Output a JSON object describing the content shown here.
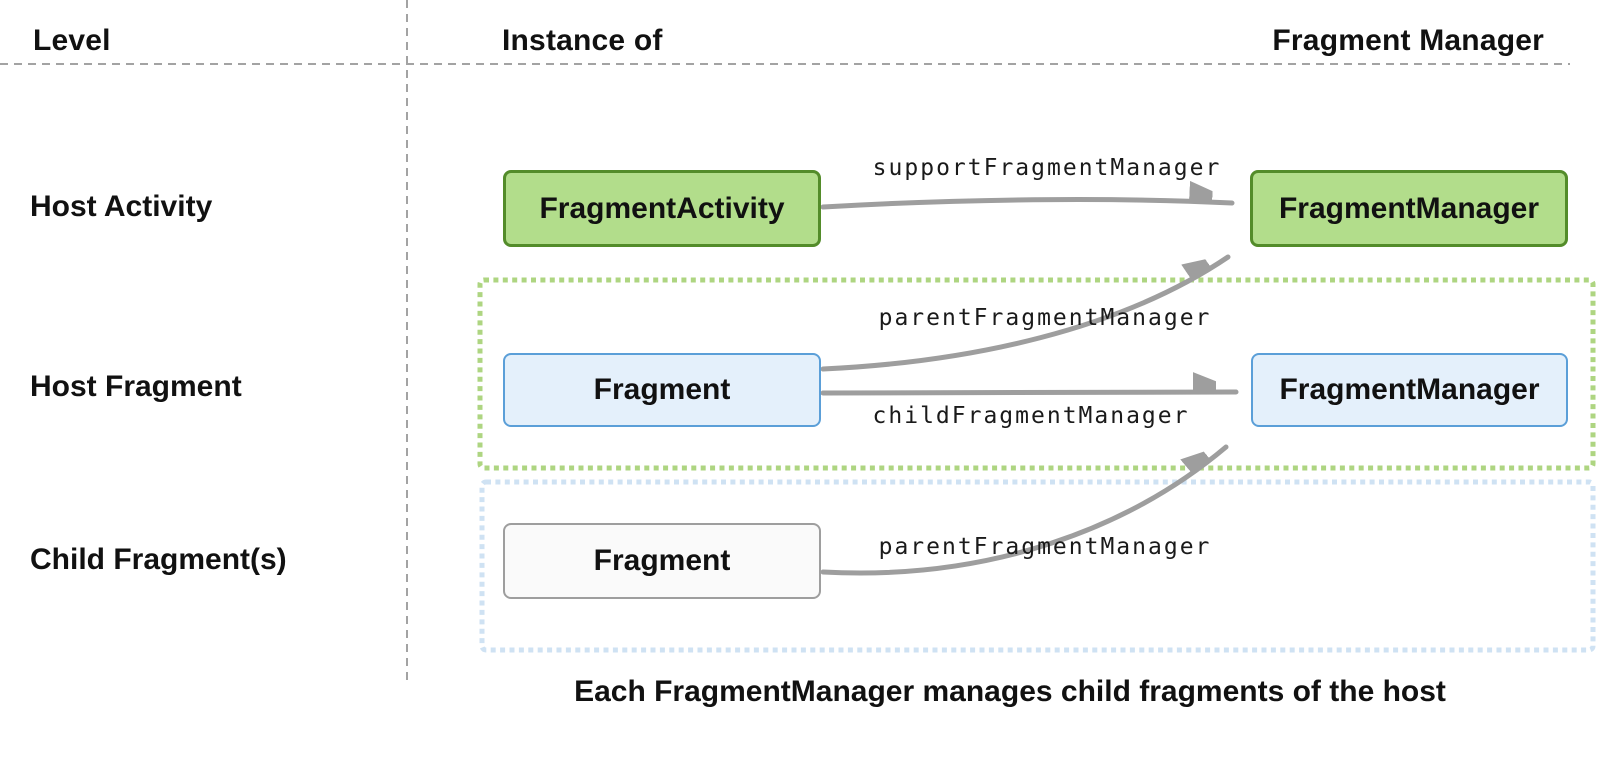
{
  "header": {
    "level": "Level",
    "instance_of": "Instance of",
    "fragment_manager": "Fragment Manager"
  },
  "rows": [
    {
      "label": "Host Activity"
    },
    {
      "label": "Host Fragment"
    },
    {
      "label": "Child Fragment(s)"
    }
  ],
  "boxes": {
    "fragment_activity": "FragmentActivity",
    "activity_fragment_manager": "FragmentManager",
    "host_fragment": "Fragment",
    "host_fragment_manager": "FragmentManager",
    "child_fragment": "Fragment"
  },
  "arrows": {
    "support_fragment_manager": "supportFragmentManager",
    "parent_fragment_manager_host": "parentFragmentManager",
    "child_fragment_manager": "childFragmentManager",
    "parent_fragment_manager_child": "parentFragmentManager"
  },
  "caption": "Each FragmentManager manages child fragments of the host",
  "colors": {
    "green_fill": "#b2dd8b",
    "green_border": "#538c2a",
    "blue_fill": "#e4f0fb",
    "blue_border": "#5b9fd8",
    "neutral_fill": "#fafafa",
    "neutral_border": "#9e9e9e",
    "green_dotted": "#aed581",
    "blue_dotted": "#cfe2f3",
    "arrow": "#9e9e9e",
    "dashed_line": "#a3a3a3"
  }
}
